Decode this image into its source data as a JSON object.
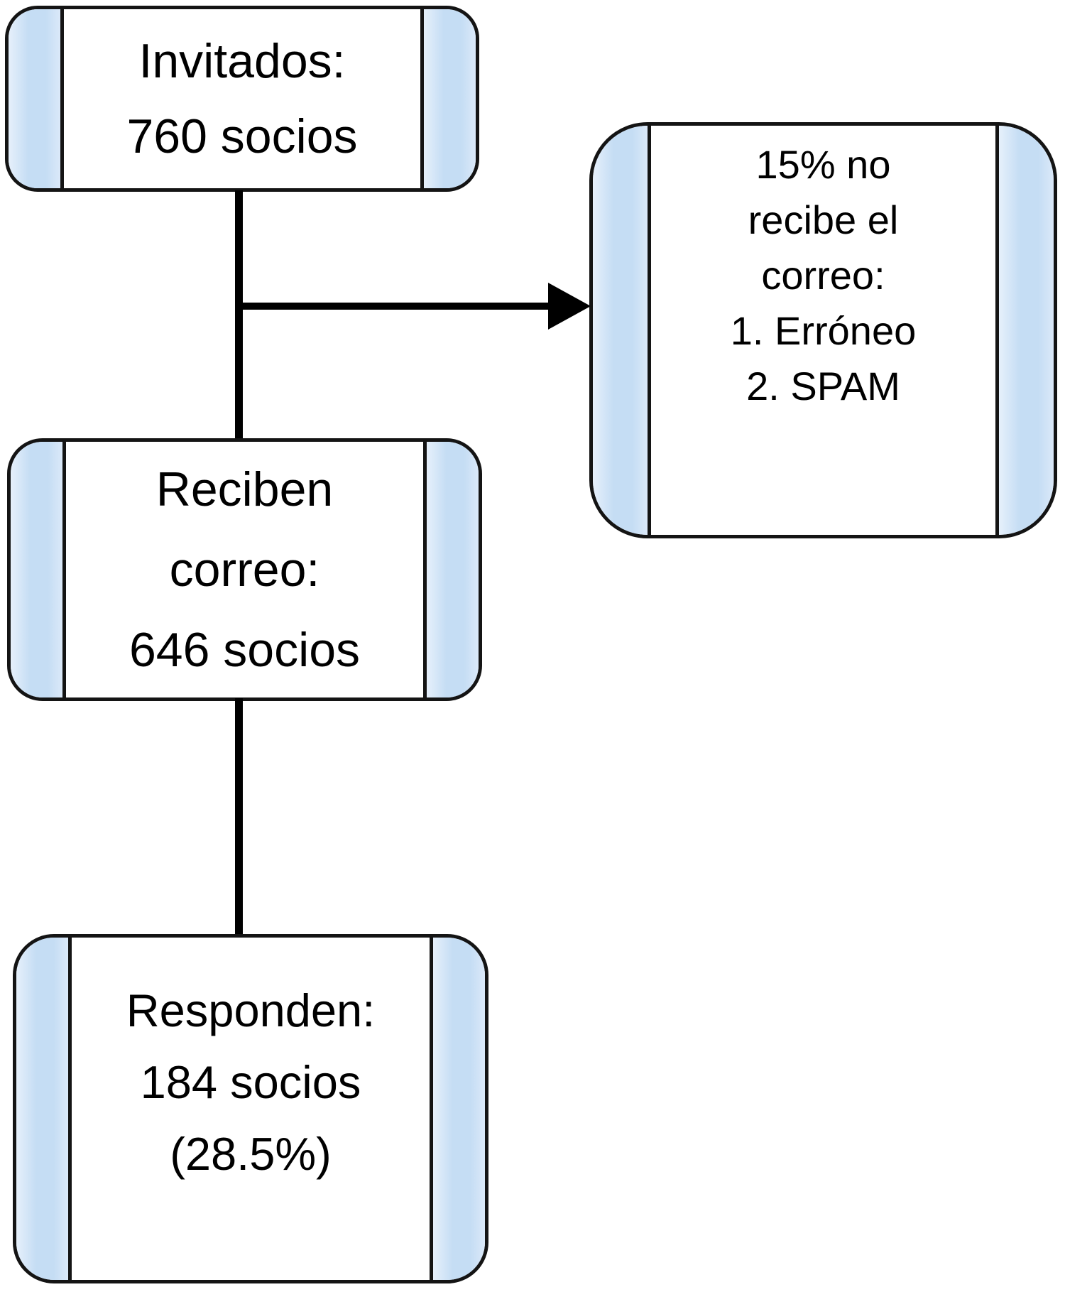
{
  "colors": {
    "accent_blue": "#C5DDF4",
    "border_black": "#141414",
    "background": "#FFFFFF",
    "text": "#000000"
  },
  "flowchart": {
    "nodes": {
      "invitados": {
        "lines": [
          "Invitados:",
          "760 socios"
        ]
      },
      "reciben": {
        "lines": [
          "Reciben",
          "correo:",
          "646 socios"
        ]
      },
      "responden": {
        "lines": [
          "Responden:",
          "184 socios",
          "(28.5%)"
        ]
      },
      "no_recibe": {
        "lines": [
          "15% no",
          "recibe el",
          "correo:",
          "1. Erróneo",
          "2. SPAM"
        ]
      }
    }
  }
}
